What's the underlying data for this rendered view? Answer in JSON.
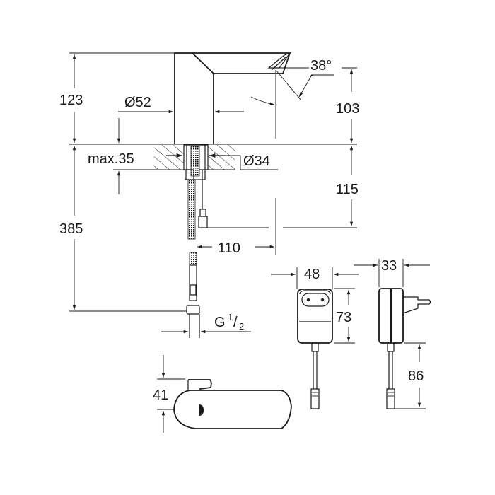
{
  "diagram": {
    "type": "technical-dimension-drawing",
    "subject": "Sensor basin faucet with power adapter",
    "units": "mm",
    "colors": {
      "line": "#1a1a1a",
      "background": "#ffffff"
    },
    "faucet_side_view": {
      "dimensions": {
        "total_height_above_deck": "123",
        "body_diameter": "Ø52",
        "spout_angle": "38°",
        "spout_outlet_height": "103",
        "max_deck_thickness": "max.35",
        "mounting_hole_diameter": "Ø34",
        "hose_drop_below_deck": "115",
        "total_hose_length": "385",
        "spout_reach": "110",
        "connection_thread": "G",
        "connection_thread_fraction_num": "1",
        "connection_thread_fraction_den": "2"
      }
    },
    "power_adapter_front_view": {
      "dimensions": {
        "width": "48",
        "height": "73"
      }
    },
    "power_adapter_side_view": {
      "dimensions": {
        "depth": "33",
        "cable_length": "86"
      }
    },
    "faucet_top_view": {
      "dimensions": {
        "width": "41"
      }
    }
  }
}
